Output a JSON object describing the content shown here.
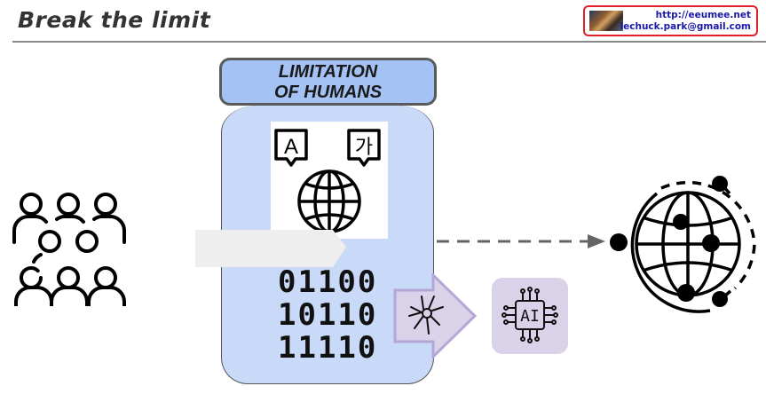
{
  "header": {
    "title": "Break the limit",
    "badge": {
      "url": "http://eeumee.net",
      "email": "lechuck.park@gmail.com"
    }
  },
  "diagram": {
    "limitation_box": {
      "title_line1": "LIMITATION",
      "title_line2": "OF HUMANS",
      "translation_icon": {
        "left_glyph": "A",
        "right_glyph": "가"
      },
      "binary_lines": [
        "01100",
        "10110",
        "11110"
      ]
    },
    "ai_chip": {
      "label": "AI"
    },
    "colors": {
      "header_fill": "#a4c2f4",
      "body_fill": "#c9daf8",
      "purple_fill": "#d9d2e9",
      "purple_stroke": "#b4a7d6",
      "gray_arrow": "#eeeeee",
      "dashed_arrow": "#666666",
      "badge_border": "#e0202a",
      "badge_text": "#1a1aa8"
    }
  }
}
